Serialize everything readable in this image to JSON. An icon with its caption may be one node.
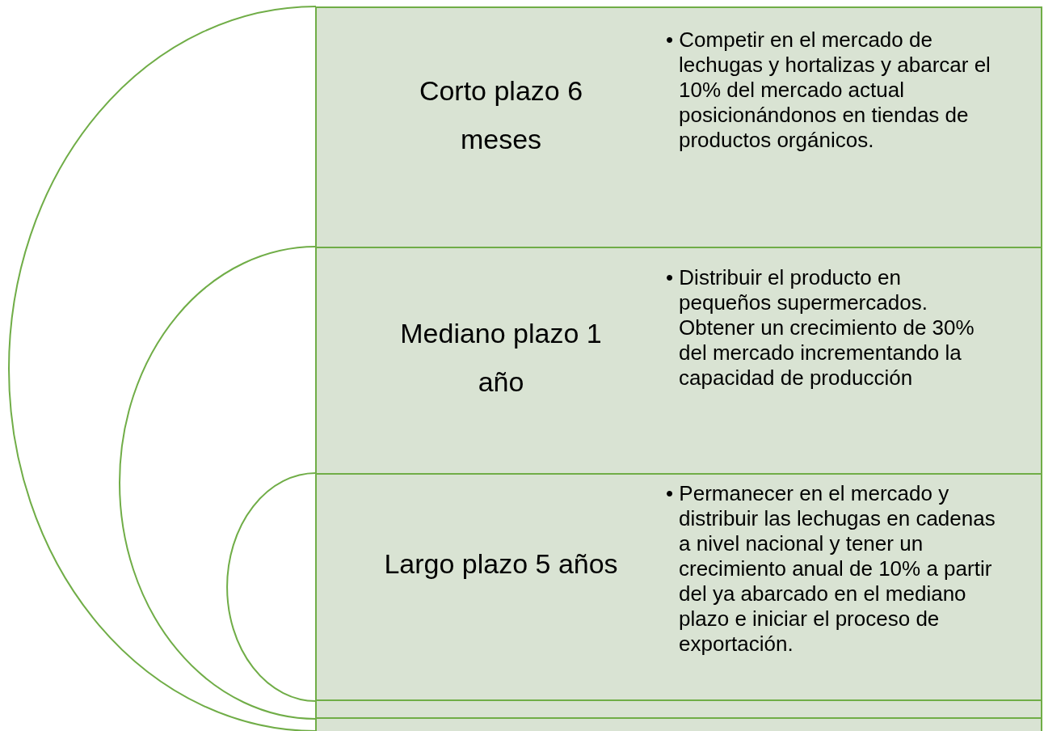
{
  "diagram": {
    "nodes": [
      {
        "text": [
          "Corto plazo 6 meses",
          "• Competir en el mercado de lechugas y hortalizas y abarcar el 10% del mercado actual posicionándonos en tiendas de productos orgánicos."
        ]
      },
      {
        "text": [
          "Mediano plazo 1 año",
          "• Distribuir el producto en pequeños supermercados. Obtener un crecimiento de 30% del mercado incrementando la capacidad de producción"
        ],
        "in": 0
      },
      {
        "text": [
          "Largo plazo 5 años",
          "• Permanecer en el mercado y distribuir las lechugas en cadenas a nivel nacional y tener un crecimiento anual de 10% a partir del ya abarcado en el mediano plazo e iniciar el proceso de exportación."
        ],
        "in": 1
      }
    ]
  }
}
